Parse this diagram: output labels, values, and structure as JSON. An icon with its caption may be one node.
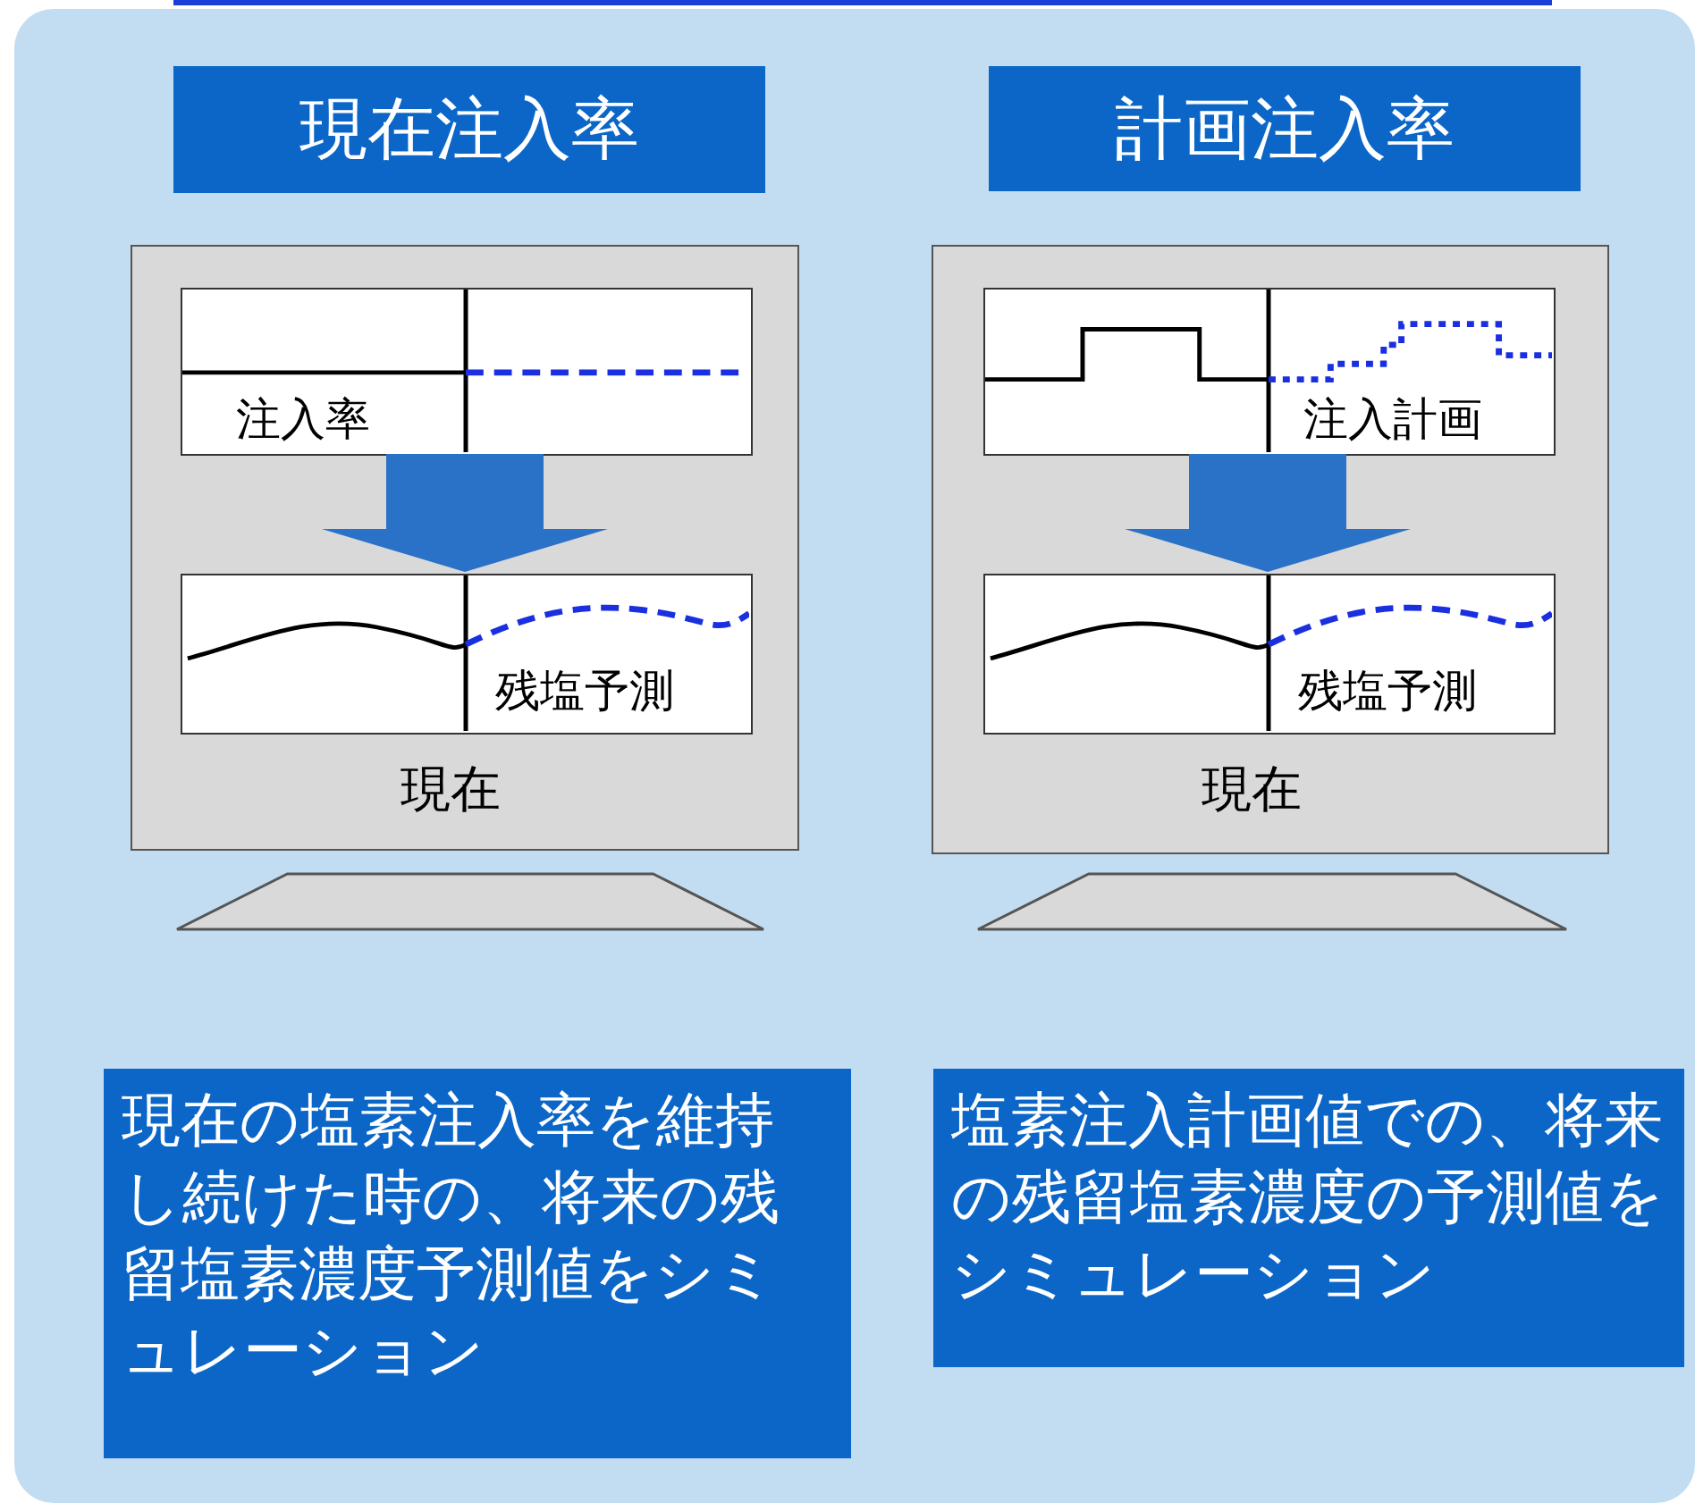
{
  "diagram": {
    "nodes": [
      {
        "text": [
          "現在注入率"
        ]
      },
      {
        "text": [
          "現在"
        ]
      },
      {
        "text": [
          "注入率"
        ],
        "in": 1
      },
      {
        "text": [
          "残塩予測"
        ],
        "in": 1
      },
      {
        "text": [
          "現在の塩素注入率を維持し続けた時の、将来の残留塩素濃度予測値をシミュレーション"
        ]
      },
      {
        "text": [
          "計画注入率"
        ]
      },
      {
        "text": [
          "現在"
        ]
      },
      {
        "text": [
          "注入計画"
        ],
        "in": 6
      },
      {
        "text": [
          "残塩予測"
        ],
        "in": 6
      },
      {
        "text": [
          "塩素注入計画値での、将来の残留塩素濃度の予測値をシミュレーション"
        ]
      },
      {
        "text": [],
        "shape": "trapezoid"
      },
      {
        "text": [],
        "shape": "trapezoid"
      }
    ],
    "edges": [
      {
        "from": 2,
        "to": 3,
        "arrow": "to"
      },
      {
        "from": 7,
        "to": 8,
        "arrow": "to"
      }
    ]
  }
}
